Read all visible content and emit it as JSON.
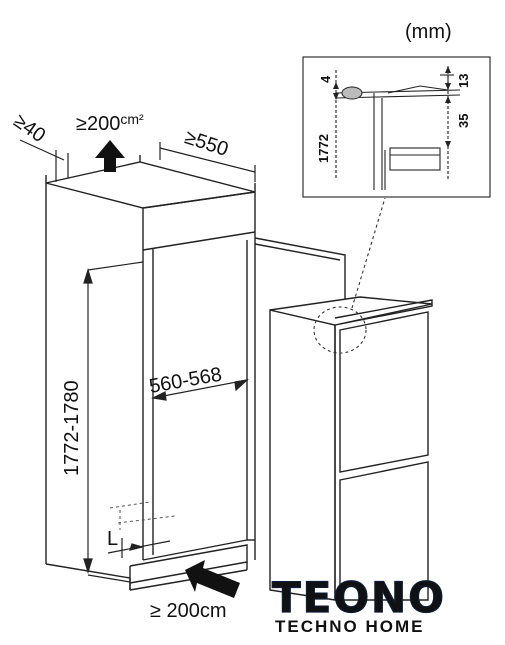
{
  "units_label": "(mm)",
  "dimensions": {
    "top_gap": "≥40",
    "vent_top": "≥200",
    "vent_top_unit": "cm²",
    "depth": "≥550",
    "width": "560-568",
    "height": "1772-1780",
    "left_gap": "L",
    "vent_bottom": "≥ 200cm"
  },
  "detail": {
    "dim_4": "4",
    "dim_13": "13",
    "dim_35": "35",
    "dim_1772": "1772"
  },
  "logo": {
    "main": "TEONO",
    "sub": "TECHNO HOME"
  },
  "colors": {
    "line": "#222222",
    "logo_blue": "#1c6fb8",
    "logo_dark": "#0b1d3a"
  }
}
